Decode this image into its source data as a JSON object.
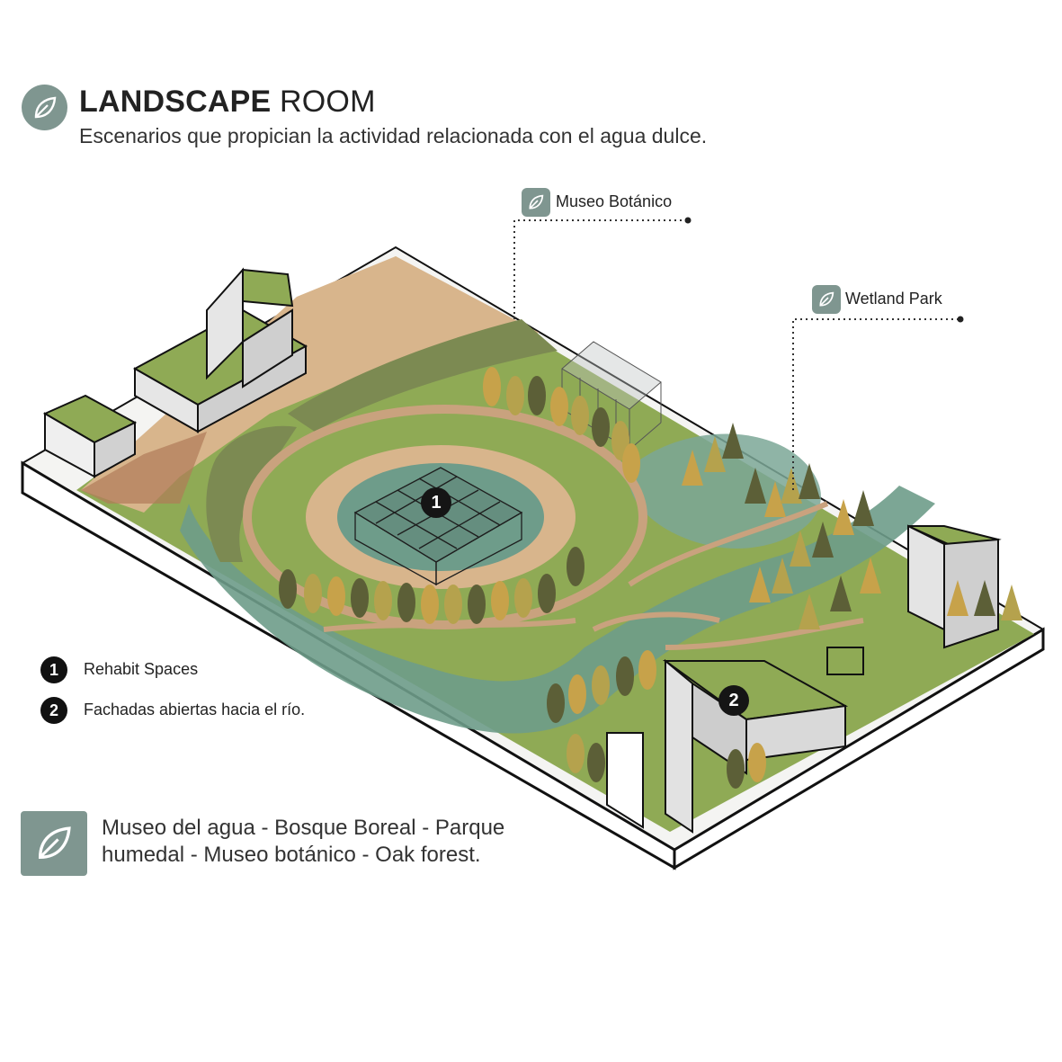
{
  "header": {
    "title_bold": "LANDSCAPE",
    "title_light": "ROOM",
    "subtitle": "Escenarios que propician la actividad relacionada con el agua dulce."
  },
  "callouts": [
    {
      "label": "Museo Botánico"
    },
    {
      "label": "Wetland Park"
    }
  ],
  "map_markers": [
    {
      "number": "1"
    },
    {
      "number": "2"
    }
  ],
  "legend": [
    {
      "number": "1",
      "label": "Rehabit Spaces"
    },
    {
      "number": "2",
      "label": "Fachadas abiertas hacia el río."
    }
  ],
  "summary": {
    "line1": "Museo del agua - Bosque Boreal - Parque",
    "line2": "humedal - Museo botánico - Oak forest."
  },
  "icons": {
    "header": "leaf-icon",
    "callout": "leaf-icon",
    "summary": "leaf-icon"
  },
  "colors": {
    "accent": "#7f9690",
    "grass": "#8faa55",
    "water": "#6e9c8a",
    "path": "#c9a27e",
    "plaza": "#d8b58c",
    "building": "#d7d7d7"
  }
}
